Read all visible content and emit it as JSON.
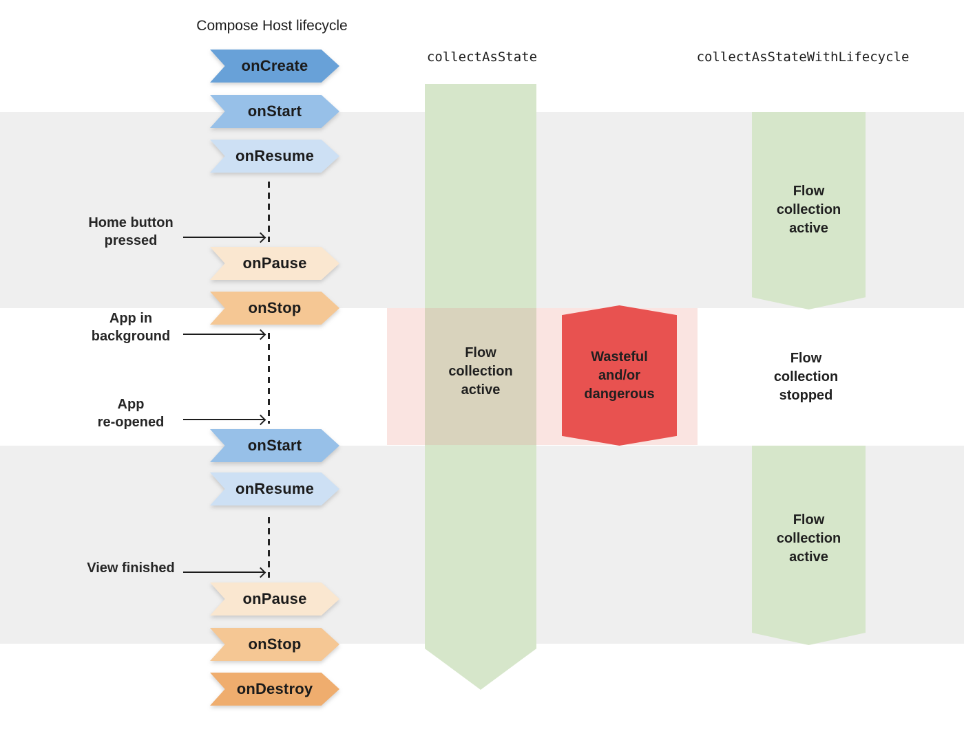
{
  "title": "Compose Host lifecycle",
  "headers": {
    "collect_as_state": "collectAsState",
    "collect_as_state_with_lifecycle": "collectAsStateWithLifecycle"
  },
  "lifecycle_chevrons": [
    {
      "label": "onCreate",
      "stage": "create"
    },
    {
      "label": "onStart",
      "stage": "start"
    },
    {
      "label": "onResume",
      "stage": "resume"
    },
    {
      "label": "onPause",
      "stage": "pause"
    },
    {
      "label": "onStop",
      "stage": "stop"
    },
    {
      "label": "onStart",
      "stage": "start"
    },
    {
      "label": "onResume",
      "stage": "resume"
    },
    {
      "label": "onPause",
      "stage": "pause"
    },
    {
      "label": "onStop",
      "stage": "stop"
    },
    {
      "label": "onDestroy",
      "stage": "destroy"
    }
  ],
  "events": [
    {
      "label": "Home button\npressed"
    },
    {
      "label": "App in\nbackground"
    },
    {
      "label": "App\nre-opened"
    },
    {
      "label": "View finished"
    }
  ],
  "flow_labels": {
    "collect_as_state_active": "Flow\ncollection\nactive",
    "wasteful": "Wasteful\nand/or\ndangerous",
    "stopped": "Flow\ncollection\nstopped",
    "with_lifecycle_active_top": "Flow\ncollection\nactive",
    "with_lifecycle_active_bottom": "Flow\ncollection\nactive"
  },
  "colors": {
    "gray_band": "#efefef",
    "green_flow": "#d6e6ca",
    "pink_band": "#fae4e1",
    "tan_overlap": "#d9d3bd",
    "red_danger": "#e85250",
    "chevron_create": "#68a1d8",
    "chevron_start": "#97c0e8",
    "chevron_resume": "#cde0f4",
    "chevron_pause": "#fae7d0",
    "chevron_stop": "#f5c794",
    "chevron_destroy": "#efad6e"
  }
}
